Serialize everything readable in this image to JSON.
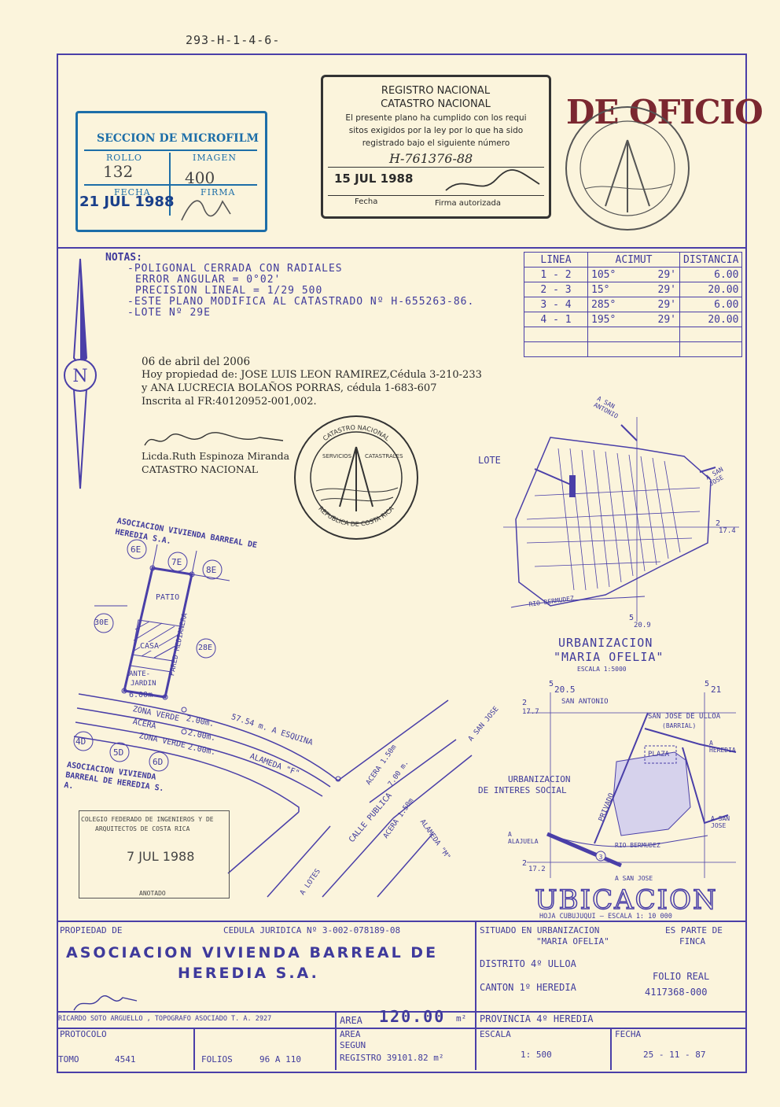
{
  "ref_code": "293-H-1-4-6-",
  "microfilm": {
    "title": "SECCION DE MICROFILM",
    "rollo_label": "ROLLO",
    "rollo": "132",
    "imagen_label": "IMAGEN",
    "imagen": "400",
    "fecha_label": "FECHA",
    "fecha": "21 JUL 1988",
    "firma_label": "FIRMA"
  },
  "registro": {
    "line1": "REGISTRO NACIONAL",
    "line2": "CATASTRO NACIONAL",
    "text1": "El presente plano ha cumplido con los requi",
    "text2": "sitos exigidos por la ley por lo que ha sido",
    "text3": "registrado bajo el siguiente número",
    "number": "H-761376-88",
    "date": "15 JUL 1988",
    "fecha_label": "Fecha",
    "firma_label": "Firma autorizada"
  },
  "de_oficio": "DE OFICIO",
  "seal": {
    "top": "CATASTRO NACIONAL",
    "left": "SERVICIOS",
    "right": "CATASTRALES",
    "bottom": "REPUBLICA DE COSTA RICA"
  },
  "notas": {
    "title": "NOTAS:",
    "lines": [
      "-POLIGONAL CERRADA CON RADIALES",
      "ERROR ANGULAR = 0°02'",
      "PRECISION LINEAL = 1/29 500",
      "-ESTE PLANO MODIFICA AL CATASTRADO Nº H-655263-86.",
      "-LOTE Nº 29E"
    ]
  },
  "azimuth_table": {
    "headers": [
      "LINEA",
      "ACIMUT",
      "DISTANCIA"
    ],
    "rows": [
      [
        "1 - 2",
        "105°",
        "29'",
        "6.00"
      ],
      [
        "2 - 3",
        "15°",
        "29'",
        "20.00"
      ],
      [
        "3 - 4",
        "285°",
        "29'",
        "6.00"
      ],
      [
        "4 - 1",
        "195°",
        "29'",
        "20.00"
      ]
    ]
  },
  "annotation": {
    "line1": "06 de abril del 2006",
    "line2": "Hoy propiedad de: JOSE LUIS LEON RAMIREZ,Cédula 3-210-233",
    "line3": "y ANA LUCRECIA BOLAÑOS PORRAS, cédula 1-683-607",
    "line4": "Inscrita al FR:40120952-001,002.",
    "signer": "Licda.Ruth Espinoza Miranda",
    "office": "CATASTRO NACIONAL"
  },
  "plan": {
    "assoc_top": "ASOCIACION VIVIENDA BARREAL DE HEREDIA S.A.",
    "assoc_bottom": "ASOCIACION VIVIENDA BARREAL DE HEREDIA S. A.",
    "lots": [
      "6E",
      "7E",
      "8E",
      "30E",
      "28E",
      "4D",
      "5D",
      "6D"
    ],
    "patio": "PATIO",
    "casa": "CASA",
    "ante": "ANTE-",
    "jardin": "JARDIN",
    "width": "6.00m",
    "pared": "PARED MEDIANERA",
    "zona_verde": "ZONA VERDE",
    "acera": "ACERA",
    "dist1": "2.00m.",
    "dist2": "2.00m.",
    "dist3": "2.00m.",
    "esquina": "57.54 m. A ESQUINA",
    "alameda_f": "ALAMEDA \"F\"",
    "acera_150a": "ACERA 1.50m",
    "calle_publica": "CALLE PUBLICA",
    "ancho_700": "7.00 m.",
    "acera_150b": "ACERA 1.50m",
    "alameda_m": "ALAMEDA \"M\"",
    "a_lotes": "A LOTES",
    "a_san_jose": "A SAN JOSE"
  },
  "urbanizacion_map": {
    "lote": "LOTE",
    "a_san_antonio": "A SAN ANTONIO",
    "a_san_jose": "A SAN JOSE",
    "rio": "RIO BERMUDEZ",
    "coord_2": "2",
    "coord_174": "17.4",
    "coord_5": "5",
    "coord_209": "20.9",
    "title1": "URBANIZACION",
    "title2": "\"MARIA OFELIA\"",
    "escala": "ESCALA 1:5000"
  },
  "ubicacion_map": {
    "c5a": "5",
    "c205": "20.5",
    "c5b": "5",
    "c21": "21",
    "c2a": "2",
    "c177": "17.7",
    "c2b": "2",
    "c172": "17.2",
    "san_antonio": "SAN ANTONIO",
    "sj_ulloa": "SAN JOSE DE ULLOA",
    "barrial": "(BARRIAL)",
    "a_heredia": "A HEREDIA",
    "plaza": "PLAZA",
    "urb_interes1": "URBANIZACION",
    "urb_interes2": "DE INTERES SOCIAL",
    "privado": "PRIVADO",
    "a_san_jose": "A SAN JOSE",
    "a_alajuela": "A ALAJUELA",
    "route": "3",
    "rio": "RIO BERMUDEZ",
    "a_san_jose2": "A SAN JOSE",
    "title": "UBICACION",
    "hoja": "HOJA CUBUJUQUI — ESCALA 1: 10 000"
  },
  "colegio_stamp": {
    "line1": "COLEGIO FEDERADO DE INGENIEROS Y DE",
    "line2": "ARQUITECTOS DE COSTA RICA",
    "date": "7 JUL 1988",
    "bottom": "ANOTADO"
  },
  "title_block": {
    "propiedad_label": "PROPIEDAD DE",
    "cedula": "CEDULA JURIDICA Nº 3-002-078189-08",
    "owner1": "ASOCIACION VIVIENDA BARREAL DE",
    "owner2": "HEREDIA S.A.",
    "situado_label": "SITUADO EN URBANIZACION",
    "situado": "\"MARIA OFELIA\"",
    "es_parte": "ES PARTE DE",
    "finca": "FINCA",
    "distrito": "DISTRITO 4º ULLOA",
    "canton": "CANTON 1º HEREDIA",
    "folio_real_label": "FOLIO REAL",
    "folio_real": "4117368-000",
    "topografo": "RICARDO SOTO ARGUELLO , TOPOGRAFO ASOCIADO T. A. 2927",
    "area_label": "AREA",
    "area": "120.00",
    "area_unit": "m²",
    "provincia": "PROVINCIA 4º HEREDIA",
    "protocolo": "PROTOCOLO",
    "tomo_label": "TOMO",
    "tomo": "4541",
    "folios_label": "FOLIOS",
    "folios": "96 A 110",
    "area_segun1": "AREA",
    "area_segun2": "SEGUN",
    "registro_area": "REGISTRO 39101.82 m²",
    "escala_label": "ESCALA",
    "escala": "1: 500",
    "fecha_label": "FECHA",
    "fecha": "25 - 11 - 87"
  }
}
